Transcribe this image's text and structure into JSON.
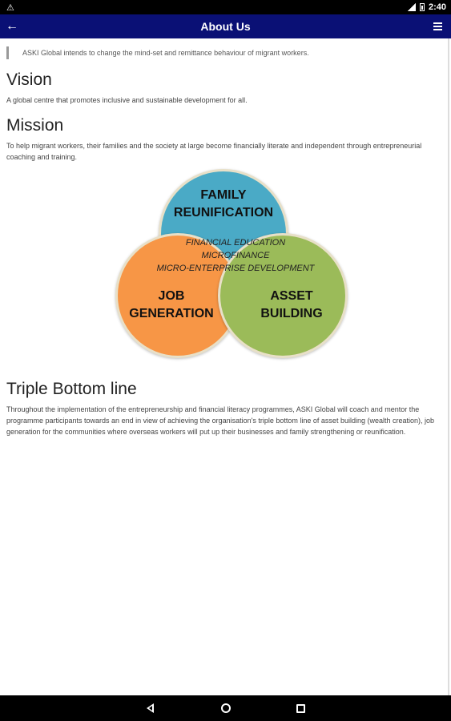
{
  "status_bar": {
    "time": "2:40",
    "icons": [
      "warning-icon",
      "no-signal-icon",
      "battery-icon"
    ]
  },
  "app_bar": {
    "title": "About Us",
    "back_icon": "arrow-left-icon",
    "menu_icon": "hamburger-menu-icon"
  },
  "intro": "ASKI Global intends to change the mind-set and remittance behaviour of migrant workers.",
  "vision": {
    "heading": "Vision",
    "text": "A global centre that promotes inclusive and sustainable development for all."
  },
  "mission": {
    "heading": "Mission",
    "text": "To help migrant workers, their families and the society at large become financially literate and independent through entrepreneurial coaching and training."
  },
  "diagram": {
    "family": [
      "FAMILY",
      "REUNIFICATION"
    ],
    "job": [
      "JOB",
      "GENERATION"
    ],
    "asset": [
      "ASSET",
      "BUILDING"
    ],
    "center": [
      "FINANCIAL EDUCATION",
      "MICROFINANCE",
      "MICRO-ENTERPRISE DEVELOPMENT"
    ],
    "colors": {
      "family": "#4aaac6",
      "job": "#f79646",
      "asset": "#9bbb59"
    }
  },
  "triple": {
    "heading": "Triple Bottom line",
    "text": "Throughout the implementation of the entrepreneurship and financial literacy programmes, ASKI Global will coach and mentor the programme participants towards an end in view of achieving the organisation's triple bottom line of asset building (wealth creation), job generation for the communities where overseas workers will put up their businesses and family strengthening or reunification."
  },
  "nav": {
    "icons": [
      "back-triangle-icon",
      "home-circle-icon",
      "recents-square-icon"
    ]
  }
}
